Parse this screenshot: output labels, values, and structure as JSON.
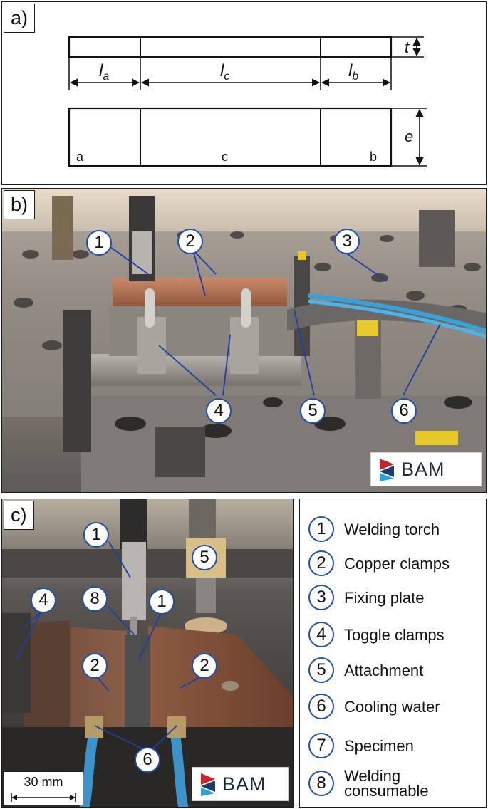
{
  "panels": {
    "a": "a)",
    "b": "b)",
    "c": "c)"
  },
  "schematic": {
    "dims": {
      "t": "t",
      "la": "l",
      "la_sub": "a",
      "lc": "l",
      "lc_sub": "c",
      "lb": "l",
      "lb_sub": "b",
      "e": "e"
    },
    "segments": {
      "a": "a",
      "c": "c",
      "b": "b"
    }
  },
  "callouts_b": [
    "1",
    "2",
    "3",
    "4",
    "5",
    "6"
  ],
  "callouts_c": [
    "1",
    "8",
    "1",
    "5",
    "4",
    "2",
    "2",
    "6"
  ],
  "logo": {
    "text": "BAM",
    "colors": [
      "#c9252c",
      "#1b3d6d",
      "#2a9fd8"
    ]
  },
  "scale_bar": {
    "label": "30 mm"
  },
  "legend": [
    {
      "num": "1",
      "label": "Welding torch"
    },
    {
      "num": "2",
      "label": "Copper clamps"
    },
    {
      "num": "3",
      "label": "Fixing plate"
    },
    {
      "num": "4",
      "label": "Toggle clamps"
    },
    {
      "num": "5",
      "label": "Attachment"
    },
    {
      "num": "6",
      "label": "Cooling water"
    },
    {
      "num": "7",
      "label": "Specimen"
    },
    {
      "num": "8",
      "label_line1": "Welding",
      "label_line2": "consumable"
    }
  ],
  "colors": {
    "callout_border": "#1e4fb0",
    "leader": "#1e3fa0"
  }
}
